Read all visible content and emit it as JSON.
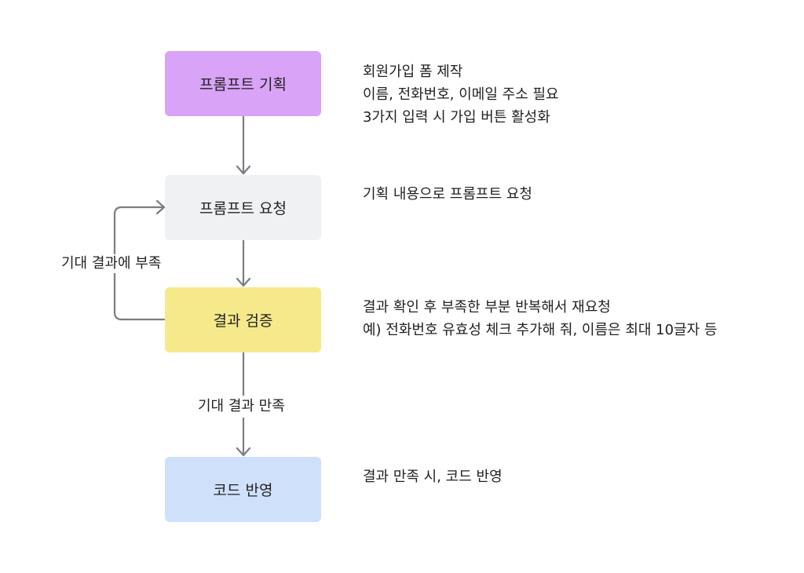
{
  "colors": {
    "step1": "#d9a3f7",
    "step2": "#f0f1f3",
    "step3": "#f6e98b",
    "step4": "#cfe0fb",
    "connector": "#7a7d82"
  },
  "steps": [
    {
      "label": "프롬프트 기획"
    },
    {
      "label": "프롬프트 요청"
    },
    {
      "label": "결과 검증"
    },
    {
      "label": "코드 반영"
    }
  ],
  "notes": {
    "step1": [
      "회원가입 폼 제작",
      "이름, 전화번호, 이메일 주소 필요",
      "3가지 입력 시 가입 버튼 활성화"
    ],
    "step2": [
      "기획 내용으로 프롬프트 요청"
    ],
    "step3": [
      "결과 확인 후 부족한 부분 반복해서 재요청",
      "예) 전화번호 유효성 체크 추가해 줘, 이름은 최대 10글자 등"
    ],
    "step4": [
      "결과 만족 시, 코드 반영"
    ]
  },
  "edges": {
    "loop_label": "기대 결과에 부족",
    "satisfied_label": "기대 결과 만족"
  }
}
